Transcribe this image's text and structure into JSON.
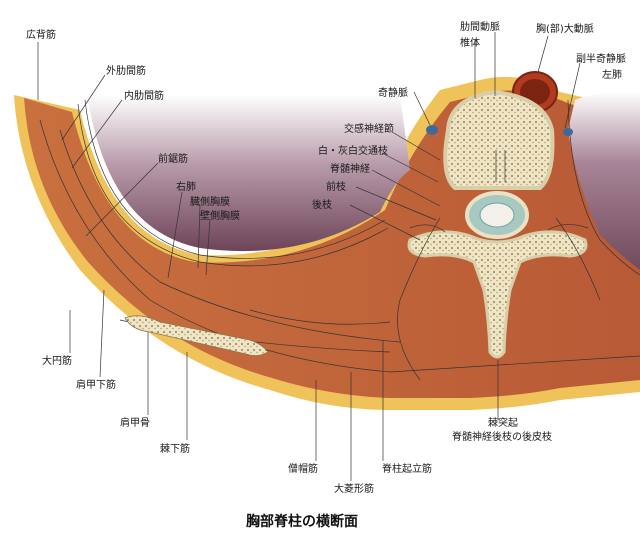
{
  "title": "胸部脊柱の横断面",
  "labels": {
    "latissimus": "広背筋",
    "ext_intercostal": "外肋間筋",
    "int_intercostal": "内肋間筋",
    "serratus": "前鋸筋",
    "right_lung": "右肺",
    "visceral_pleura": "臓側胸膜",
    "parietal_pleura": "壁側胸膜",
    "teres_major": "大円筋",
    "subscapularis": "肩甲下筋",
    "scapula": "肩甲骨",
    "infraspinatus": "棘下筋",
    "trapezius": "僧帽筋",
    "rhomboid_major": "大菱形筋",
    "erector_spinae": "脊柱起立筋",
    "spinous_process": "棘突起",
    "dorsal_ramus_cutaneous": "脊髄神経後枝の後皮枝",
    "intercostal_artery": "肋間動脈",
    "vertebral_body": "椎体",
    "thoracic_aorta": "胸(部)大動脈",
    "hemiazygos": "副半奇静脈",
    "left_lung": "左肺",
    "azygos": "奇静脈",
    "sympathetic_ganglion": "交感神経節",
    "rami_communicantes": "白・灰白交通枝",
    "spinal_nerve": "脊髄神経",
    "ventral_ramus": "前枝",
    "dorsal_ramus": "後枝"
  }
}
